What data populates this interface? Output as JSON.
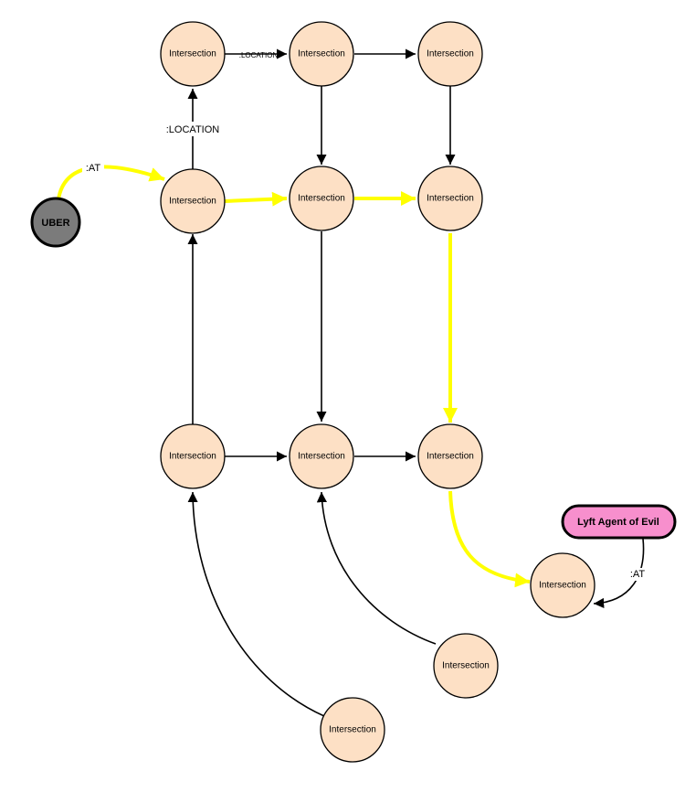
{
  "nodes": {
    "intersection_label": "Intersection",
    "uber_label": "UBER",
    "lyft_label": "Lyft Agent of Evil"
  },
  "edges": {
    "location_label_top": ":LOCATION",
    "location_label_left": ":LOCATION",
    "at_label_uber": ":AT",
    "at_label_lyft": ":AT"
  },
  "colors": {
    "node_fill": "#fde0c5",
    "highlight_path": "#ffff00",
    "uber_fill": "#7b7b7b",
    "lyft_fill": "#f78fcd"
  }
}
